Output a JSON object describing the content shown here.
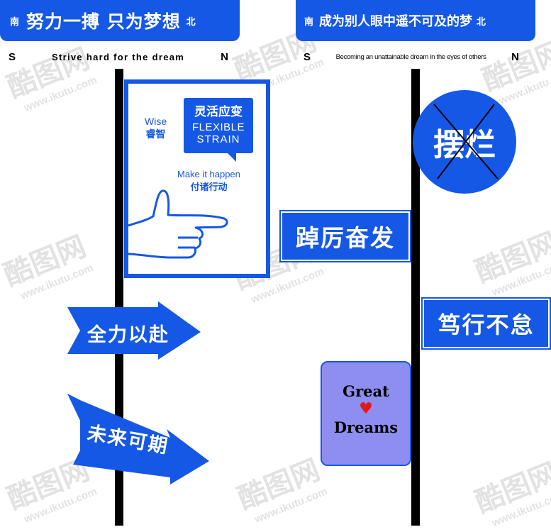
{
  "left_street_sign": {
    "south": "南",
    "title": "努力一搏 只为梦想",
    "north": "北",
    "sub_south": "S",
    "sub_text": "Strive hard for the dream",
    "sub_north": "N"
  },
  "right_street_sign": {
    "south": "南",
    "title": "成为别人眼中遥不可及的梦",
    "north": "北",
    "sub_south": "S",
    "sub_text": "Becoming an unattainable dream in the eyes of others",
    "sub_north": "N"
  },
  "poster": {
    "bubble_cn": "灵活应变",
    "bubble_en_1": "FLEXIBLE",
    "bubble_en_2": "STRAIN",
    "wise_en": "Wise",
    "wise_cn": "睿智",
    "make_en": "Make it happen",
    "make_cn": "付诸行动"
  },
  "no_slacking_sign": {
    "text": "摆烂"
  },
  "signs": {
    "strive": "踔厉奋发",
    "persist": "笃行不怠"
  },
  "arrows": {
    "all_out": "全力以赴",
    "future": "未来可期"
  },
  "dream_card": {
    "line1": "Great",
    "heart": "♥",
    "line2": "Dreams"
  },
  "watermarks": {
    "logo": "酷图网",
    "url": "www.ikutu.com"
  },
  "colors": {
    "sign_blue": "#1558e6",
    "card_purple": "#8e8ef0",
    "heart_red": "#e01a1a"
  }
}
